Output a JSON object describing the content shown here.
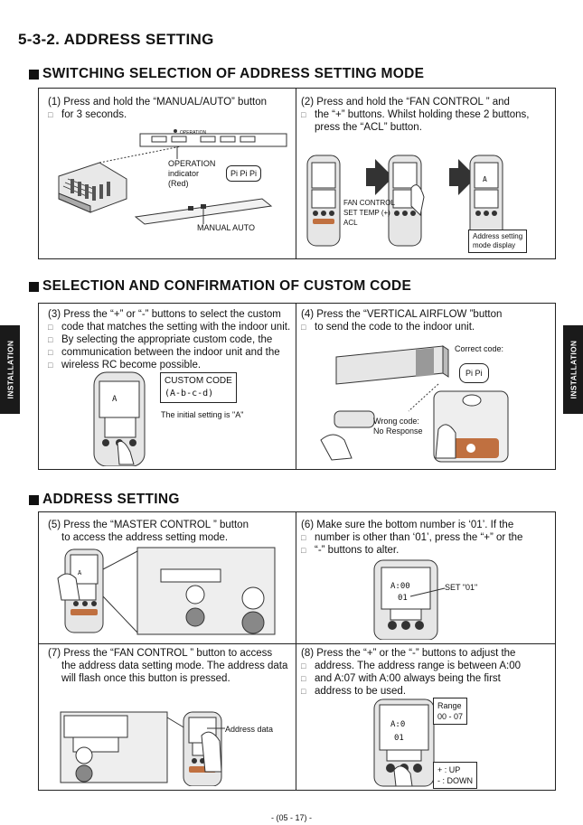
{
  "page_title": "5-3-2. ADDRESS SETTING",
  "sections": [
    {
      "title": "SWITCHING SELECTION OF ADDRESS SETTING MODE"
    },
    {
      "title": "SELECTION AND CONFIRMATION OF CUSTOM CODE"
    },
    {
      "title": "ADDRESS SETTING"
    }
  ],
  "steps": {
    "s1": [
      "(1) Press and hold the “MANUAL/AUTO” button",
      "for 3 seconds."
    ],
    "s2": [
      "(2) Press and hold the “FAN CONTROL ” and",
      "the “+” buttons. Whilst holding these 2 buttons,",
      "press the “ACL” button."
    ],
    "s3": [
      "(3) Press the “+” or “-” buttons to select the custom",
      "code that matches the setting with the indoor unit.",
      "By selecting the appropriate custom code, the",
      "communication between the indoor unit and the",
      "wireless RC become possible."
    ],
    "s4": [
      "(4) Press the “VERTICAL AIRFLOW ”button",
      "to send the code to the indoor unit."
    ],
    "s5": [
      "(5) Press the “MASTER CONTROL ” button",
      "to access the address setting mode."
    ],
    "s6": [
      "(6) Make sure the bottom number is ‘01’. If the",
      "number is other than ‘01’, press the “+” or the",
      "“-” buttons to alter."
    ],
    "s7": [
      "(7) Press the “FAN CONTROL ” button to access",
      "the address data setting mode. The address data",
      "will flash once this button is pressed."
    ],
    "s8": [
      "(8) Press the “+” or the “-” buttons to adjust the",
      "address. The address range is between A:00",
      "and A:07 with A:00 always being the first",
      "address to be used."
    ]
  },
  "labels": {
    "operation_small": "OPERATION",
    "operation_indicator": [
      "OPERATION",
      "indicator",
      "(Red)"
    ],
    "beep": "Pi  Pi  Pi",
    "manual_auto": "MANUAL AUTO",
    "fan_control": "FAN CONTROL",
    "set_temp": "SET TEMP",
    "set_temp_plus": "(+)",
    "acl": "ACL",
    "address_mode_display": [
      "Address setting",
      "mode display"
    ],
    "custom_code": "CUSTOM CODE",
    "custom_code_values": "(A-b-c-d)",
    "initial_setting": "The initial setting is \"A\"",
    "correct_code": "Correct code:",
    "pi_pi": "Pi Pi",
    "wrong_code": [
      "Wrong code:",
      "No Response"
    ],
    "set_01": "SET  \"01\"",
    "address_data": "Address data",
    "range": [
      "Range",
      "00 - 07"
    ],
    "up_down": [
      "+ : UP",
      "- : DOWN"
    ]
  },
  "lcd": {
    "a": "A",
    "a00": "A:00",
    "val01": "01",
    "a0": "A:0"
  },
  "side_tab": "INSTALLATION",
  "footer": "- (05 - 17) -"
}
